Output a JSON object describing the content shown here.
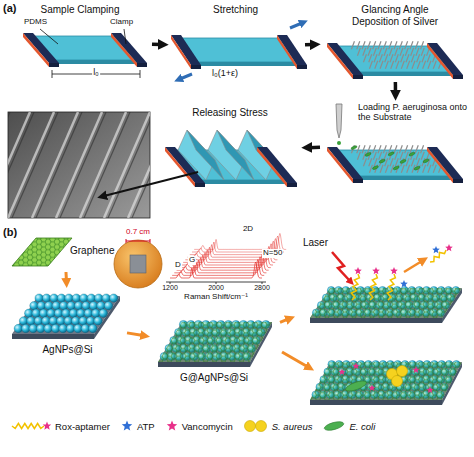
{
  "diagram": {
    "nodes": [
      {
        "text": [
          "Sample Clamping"
        ]
      },
      {
        "text": [
          "Stretching"
        ]
      },
      {
        "text": [
          "Glancing Angle Deposition of Silver"
        ]
      },
      {
        "text": [
          "Loading P. aeruginosa onto the Substrate"
        ]
      },
      {
        "text": [
          "Releasing Stress"
        ]
      },
      {
        "text": [
          "Graphene"
        ]
      },
      {
        "text": [
          "AgNPs@Si"
        ]
      },
      {
        "text": [
          "G@AgNPs@Si"
        ]
      },
      {
        "text": [
          "Laser"
        ]
      }
    ],
    "edges": [
      {
        "from": 0,
        "to": 1,
        "arrow": "to"
      },
      {
        "from": 1,
        "to": 2,
        "arrow": "to"
      },
      {
        "from": 2,
        "to": 3,
        "arrow": "to"
      },
      {
        "from": 3,
        "to": 4,
        "arrow": "to"
      },
      {
        "from": 5,
        "to": 6,
        "arrow": "to"
      },
      {
        "from": 6,
        "to": 7,
        "arrow": "to"
      },
      {
        "from": 7,
        "to": 8,
        "arrow": "to"
      }
    ],
    "labels": [
      "(a)",
      "PDMS",
      "Clamp",
      "l₀",
      "l₀(1+ε)",
      "(b)",
      "0.7 cm",
      "D",
      "G",
      "2D",
      "N=50",
      "1200",
      "2000",
      "2800",
      "Raman Shift/cm⁻¹"
    ],
    "legend": [
      {
        "text": "Rox-aptamer"
      },
      {
        "text": "ATP"
      },
      {
        "text": "Vancomycin"
      },
      {
        "text": "S. aureus"
      },
      {
        "text": "E. coli"
      }
    ]
  }
}
